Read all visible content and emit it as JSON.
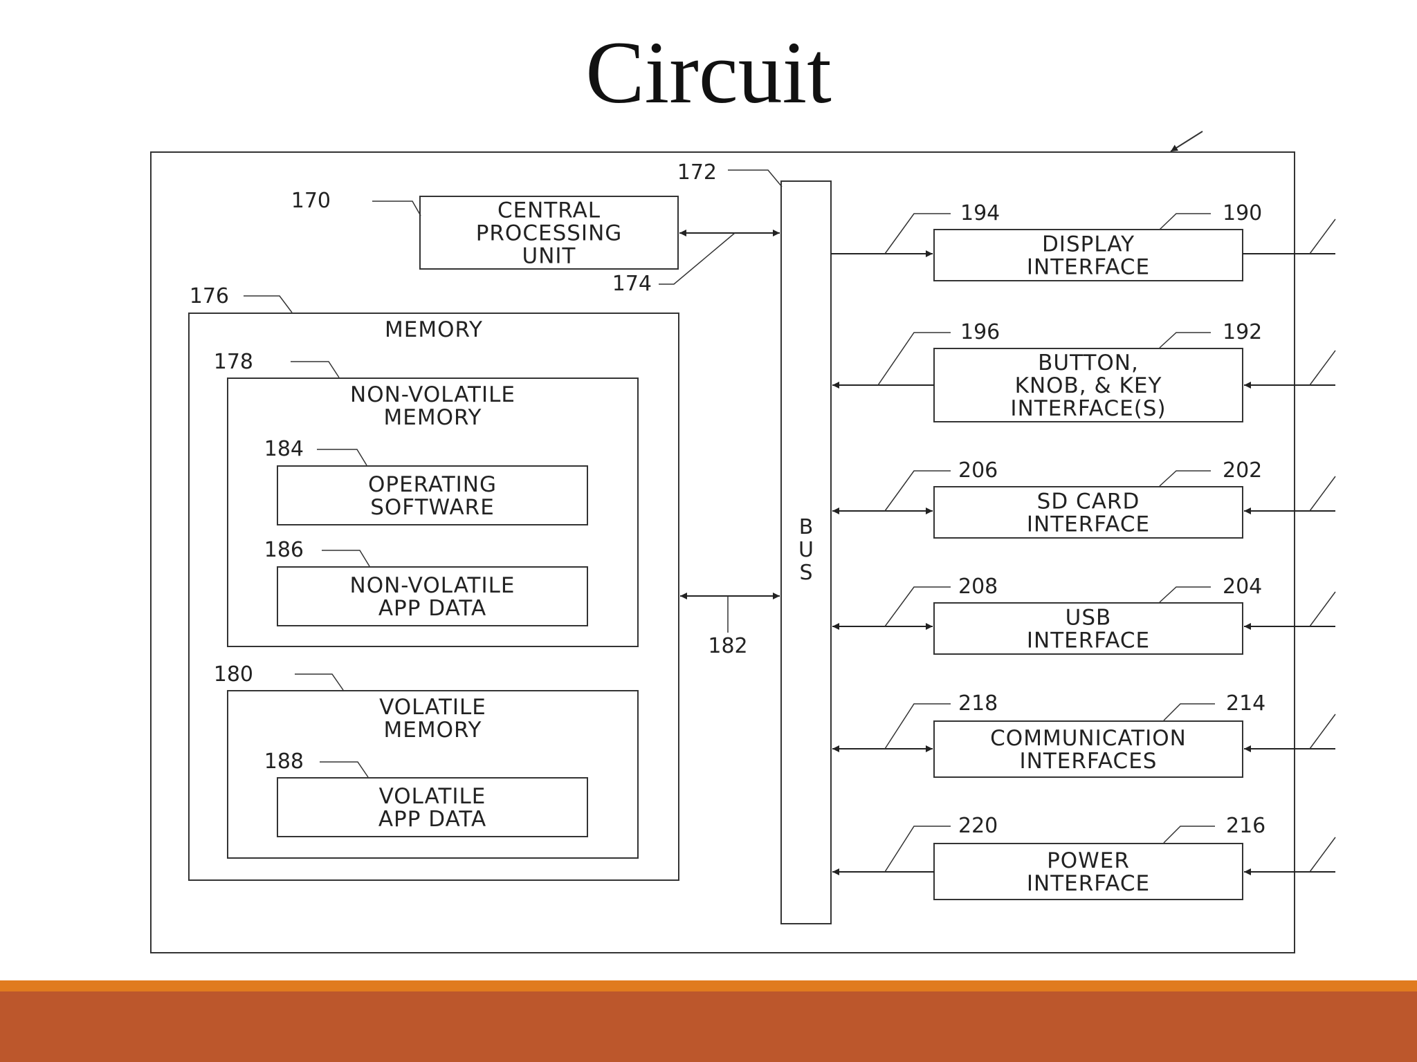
{
  "slide": {
    "title": "Circuit"
  },
  "diagram": {
    "bus_label": [
      "B",
      "U",
      "S"
    ],
    "boxes": {
      "cpu": [
        "CENTRAL",
        "PROCESSING",
        "UNIT"
      ],
      "memory": [
        "MEMORY"
      ],
      "nonvolatile_memory": [
        "NON-VOLATILE",
        "MEMORY"
      ],
      "operating_software": [
        "OPERATING",
        "SOFTWARE"
      ],
      "nonvolatile_app_data": [
        "NON-VOLATILE",
        "APP DATA"
      ],
      "volatile_memory": [
        "VOLATILE",
        "MEMORY"
      ],
      "volatile_app_data": [
        "VOLATILE",
        "APP DATA"
      ],
      "display_interface": [
        "DISPLAY",
        "INTERFACE"
      ],
      "button_interface": [
        "BUTTON,",
        "KNOB, & KEY",
        "INTERFACE(S)"
      ],
      "sd_card_interface": [
        "SD CARD",
        "INTERFACE"
      ],
      "usb_interface": [
        "USB",
        "INTERFACE"
      ],
      "communication_interfaces": [
        "COMMUNICATION",
        "INTERFACES"
      ],
      "power_interface": [
        "POWER",
        "INTERFACE"
      ]
    },
    "refs": {
      "cpu": "170",
      "bus": "172",
      "cpu_link": "174",
      "memory": "176",
      "nonvolatile_memory": "178",
      "volatile_memory": "180",
      "memory_link": "182",
      "operating_software": "184",
      "nonvolatile_app_data": "186",
      "volatile_app_data": "188",
      "display_interface": "190",
      "button_interface": "192",
      "display_link": "194",
      "button_link": "196",
      "sd_card_interface": "202",
      "usb_interface": "204",
      "sd_link": "206",
      "usb_link": "208",
      "communication_interfaces": "214",
      "power_interface": "216",
      "communication_link": "218",
      "power_link": "220"
    }
  }
}
